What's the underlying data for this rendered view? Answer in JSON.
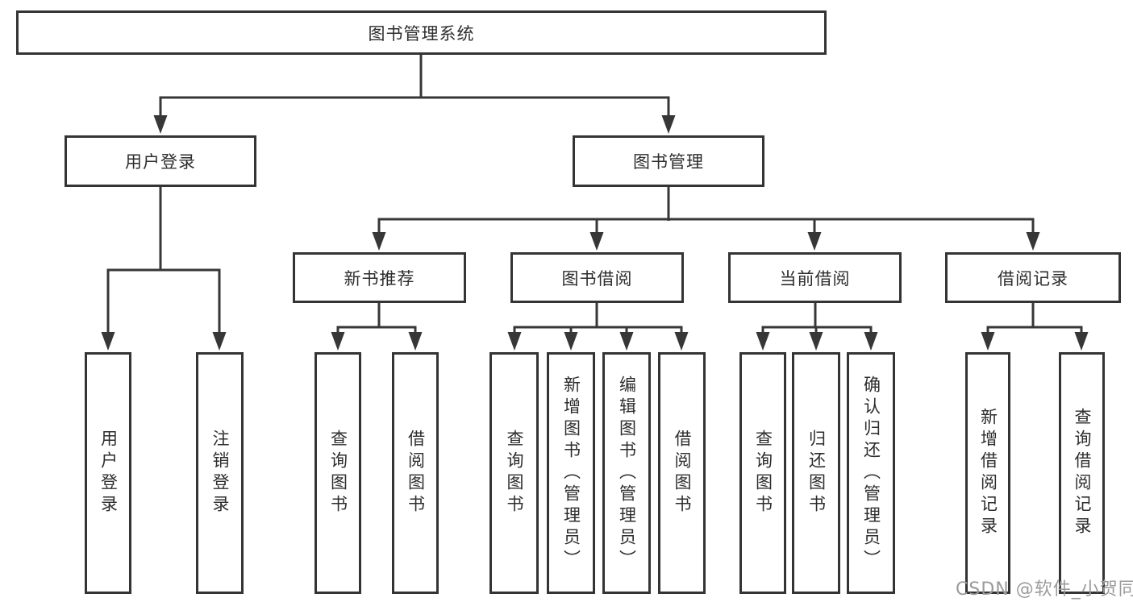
{
  "diagram": {
    "root": {
      "label": "图书管理系统"
    },
    "level2": [
      {
        "label": "用户登录"
      },
      {
        "label": "图书管理"
      }
    ],
    "level3": [
      {
        "label": "新书推荐"
      },
      {
        "label": "图书借阅"
      },
      {
        "label": "当前借阅"
      },
      {
        "label": "借阅记录"
      }
    ],
    "leaves": {
      "user_login": [
        {
          "label": "用户登录"
        },
        {
          "label": "注销登录"
        }
      ],
      "new_book": [
        {
          "label": "查询图书"
        },
        {
          "label": "借阅图书"
        }
      ],
      "book_borrow": [
        {
          "label": "查询图书"
        },
        {
          "label": "新增图书（管理员）"
        },
        {
          "label": "编辑图书（管理员）"
        },
        {
          "label": "借阅图书"
        }
      ],
      "current_borrow": [
        {
          "label": "查询图书"
        },
        {
          "label": "归还图书"
        },
        {
          "label": "确认归还（管理员）"
        }
      ],
      "borrow_record": [
        {
          "label": "新增借阅记录"
        },
        {
          "label": "查询借阅记录"
        }
      ]
    }
  },
  "watermark": {
    "text": "CSDN @软件_小贺同学"
  },
  "colors": {
    "line": "#373737",
    "box_border": "#343434",
    "text": "#2d2d2d",
    "watermark": "#9b9b9b",
    "background": "#ffffff"
  }
}
